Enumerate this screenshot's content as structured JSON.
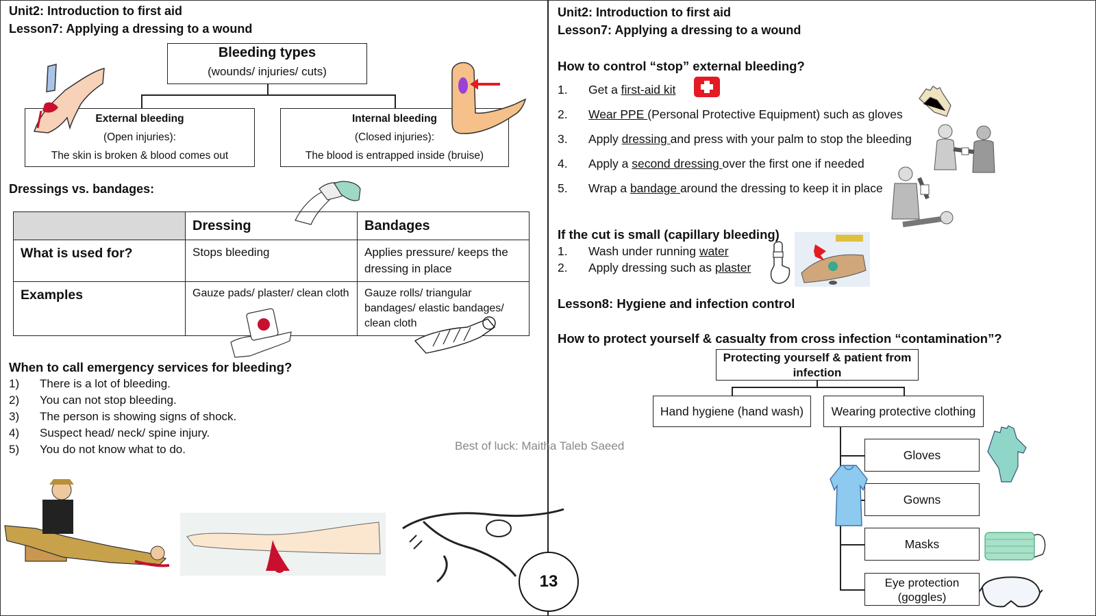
{
  "page_number": "13",
  "footer_note": "Best of luck: Maitha Taleb Saeed",
  "left": {
    "unit": "Unit2: Introduction to first aid",
    "lesson": "Lesson7: Applying a dressing to a wound",
    "bleeding_types": {
      "title": "Bleeding types",
      "subtitle": "(wounds/ injuries/ cuts)",
      "external": {
        "title": "External bleeding",
        "line1": "(Open injuries):",
        "line2": "The skin is broken & blood comes out"
      },
      "internal": {
        "title": "Internal bleeding",
        "line1": "(Closed injuries):",
        "line2": "The blood is entrapped inside (bruise)"
      }
    },
    "dressings_heading": "Dressings vs. bandages:",
    "table": {
      "col_dressing": "Dressing",
      "col_bandages": "Bandages",
      "row1_label": "What is used for?",
      "row1_dressing": "Stops bleeding",
      "row1_bandages": "Applies pressure/ keeps the dressing in place",
      "row2_label": "Examples",
      "row2_dressing": "Gauze pads/  plaster/ clean cloth",
      "row2_bandages": "Gauze rolls/ triangular bandages/  elastic bandages/ clean cloth"
    },
    "emergency_heading": "When to call emergency services for bleeding?",
    "emergency_items": [
      {
        "num": "1)",
        "text": "There is a lot of bleeding."
      },
      {
        "num": "2)",
        "text": "You can not stop bleeding."
      },
      {
        "num": "3)",
        "text": "The person is showing signs of shock."
      },
      {
        "num": "4)",
        "text": "Suspect head/ neck/ spine injury."
      },
      {
        "num": "5)",
        "text": "You do not know what to do."
      }
    ]
  },
  "right": {
    "unit": "Unit2: Introduction to first aid",
    "lesson": "Lesson7: Applying a dressing to a wound",
    "control_heading": "How to control “stop” external bleeding?",
    "steps": [
      {
        "num": "1.",
        "pre": "Get a ",
        "u": "first-aid kit",
        "post": ""
      },
      {
        "num": "2.",
        "pre": "",
        "u": "Wear PPE ",
        "post": "(Personal Protective Equipment) such as gloves"
      },
      {
        "num": "3.",
        "pre": "Apply ",
        "u": "dressing ",
        "post": "and press with your palm to stop the bleeding"
      },
      {
        "num": "4.",
        "pre": "Apply a ",
        "u": "second dressing ",
        "post": "over the first one if needed"
      },
      {
        "num": "5.",
        "pre": "Wrap a ",
        "u": "bandage ",
        "post": "around the dressing to keep it in place"
      }
    ],
    "small_cut_heading": "If the cut is small (capillary bleeding)",
    "small_cut_items": [
      {
        "num": "1.",
        "pre": "Wash under running ",
        "u": "water"
      },
      {
        "num": "2.",
        "pre": "Apply dressing such as ",
        "u": "plaster"
      }
    ],
    "lesson8": "Lesson8: Hygiene and infection control",
    "protect_heading": "How to protect yourself & casualty from cross infection “contamination”?",
    "tree": {
      "root": "Protecting yourself & patient from infection",
      "hand": "Hand hygiene (hand wash)",
      "clothing": "Wearing protective clothing",
      "items": [
        "Gloves",
        "Gowns",
        "Masks",
        "Eye protection (goggles)"
      ]
    }
  },
  "colors": {
    "blood": "#c8102e",
    "skin": "#f5c08a",
    "bruise": "#8a2be2",
    "kit": "#e31b23",
    "gown": "#8ec9ef",
    "glove": "#8fd6c9",
    "mask": "#a8e0c8"
  }
}
